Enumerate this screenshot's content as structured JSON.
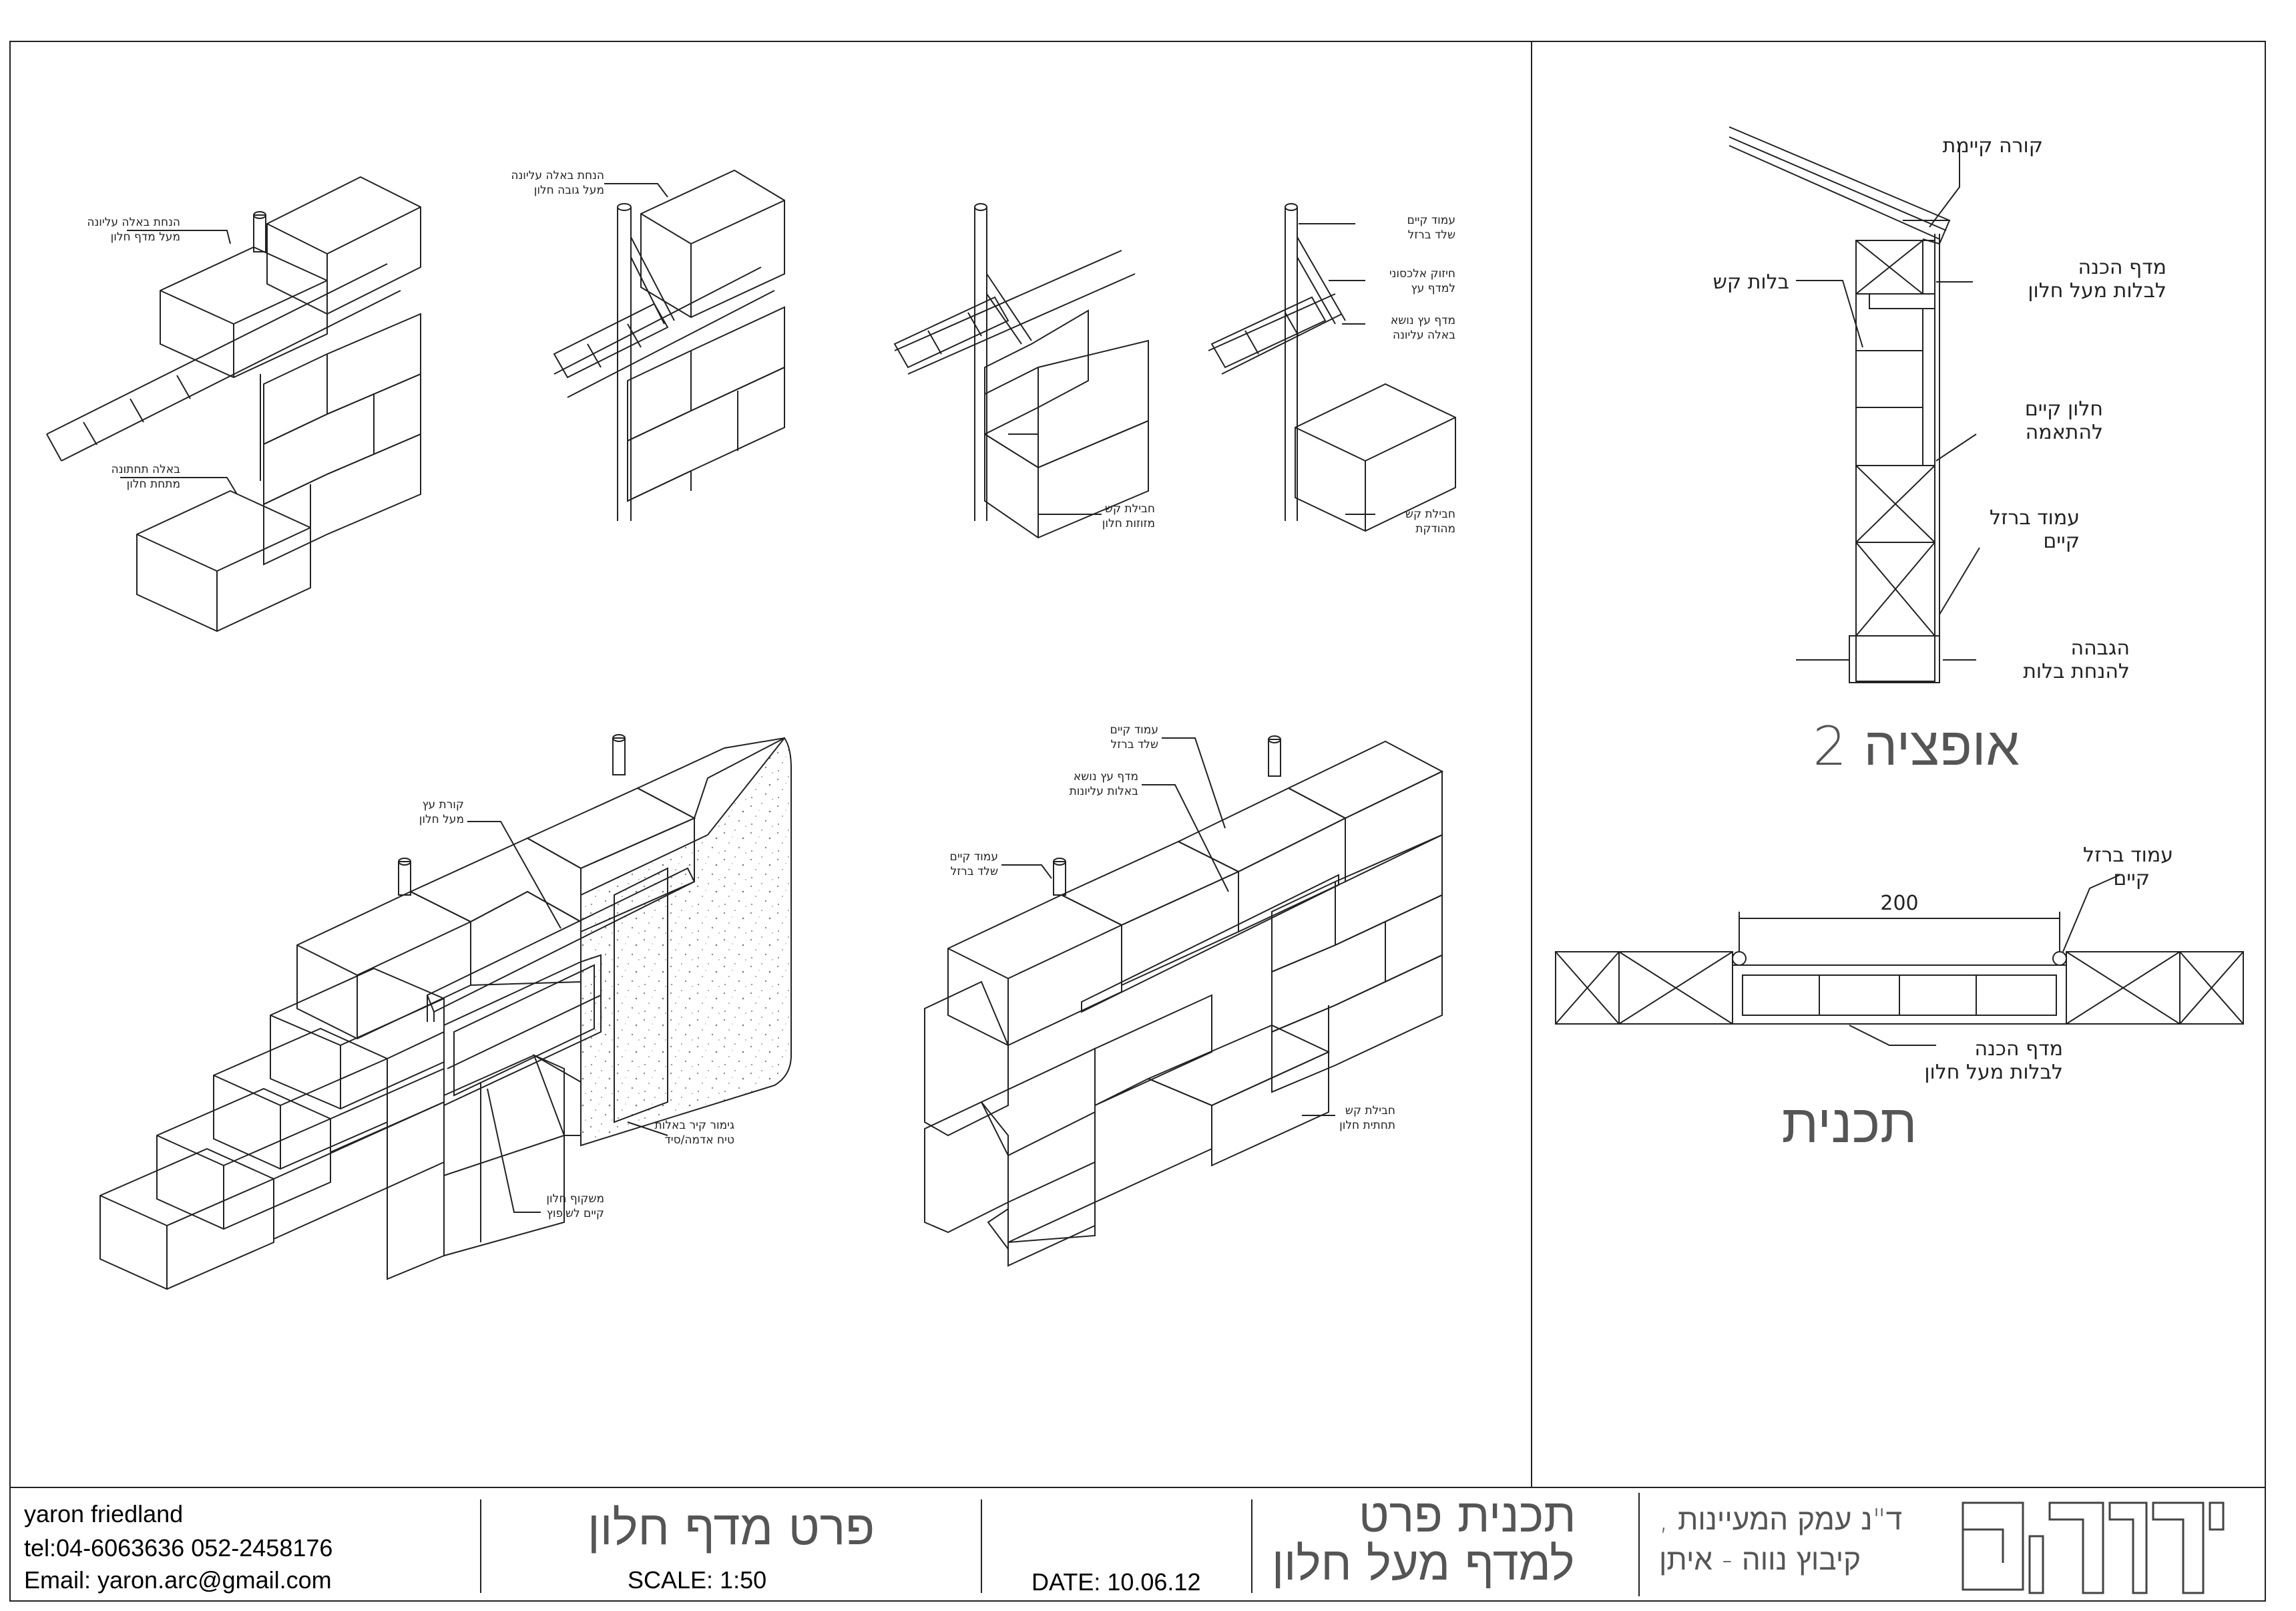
{
  "details": {
    "top1": {
      "label_a": "הנחת באלה עליונה",
      "label_a2": "מעל מדף חלון",
      "label_b": "באלה תחתונה",
      "label_b2": "מתחת חלון"
    },
    "top2": {
      "label_a": "הנחת באלה עליונה",
      "label_a2": "מעל גובה חלון"
    },
    "top3": {
      "label_a": "חבילת קש",
      "label_a2": "מזוזות חלון"
    },
    "top4": {
      "label_a": "עמוד קיים",
      "label_a2": "שלד ברזל",
      "label_b": "חיזוק אלכסוני",
      "label_b2": "למדף עץ",
      "label_c": "מדף עץ נושא",
      "label_c2": "באלה עליונה",
      "label_d": "חבילת קש",
      "label_d2": "מהודקת"
    },
    "bottom1": {
      "label_a": "קורת עץ",
      "label_a2": "מעל חלון",
      "label_b": "גימור קיר באלות",
      "label_b2": "טיח אדמה/סיד",
      "label_c": "משקוף חלון",
      "label_c2": "קיים לשיפוץ"
    },
    "bottom2": {
      "label_a": "עמוד קיים",
      "label_a2": "שלד ברזל",
      "label_b": "מדף עץ נושא",
      "label_b2": "באלות עליונות",
      "label_c": "עמוד קיים",
      "label_c2": "שלד ברזל",
      "label_d": "חבילת קש",
      "label_d2": "תחתית חלון"
    }
  },
  "section": {
    "beam": "קורה קיימת",
    "shelf": "מדף הכנה",
    "shelf2": "לבלות מעל חלון",
    "bales": "בלות קש",
    "window": "חלון קיים",
    "window2": "להתאמה",
    "column": "עמוד ברזל",
    "column2": "קיים",
    "raise": "הגבהה",
    "raise2": "להנחת בלות",
    "title": "אופציה 2"
  },
  "plan": {
    "column": "עמוד ברזל",
    "column2": "קיים",
    "dimension": "200",
    "shelf": "מדף הכנה",
    "shelf2": "לבלות מעל חלון",
    "title": "תכנית"
  },
  "title_block": {
    "author": "yaron friedland",
    "tel": "tel:04-6063636 052-2458176",
    "email": "Email: yaron.arc@gmail.com",
    "drawing_name": "פרט מדף חלון",
    "scale": "SCALE: 1:50",
    "date": "DATE: 10.06.12",
    "sheet_title_1": "תכנית פרט",
    "sheet_title_2": "למדף מעל חלון",
    "address_1": "ד\"נ עמק המעיינות ,",
    "address_2": "קיבוץ נווה - איתן",
    "logo": "ירון.פ"
  }
}
